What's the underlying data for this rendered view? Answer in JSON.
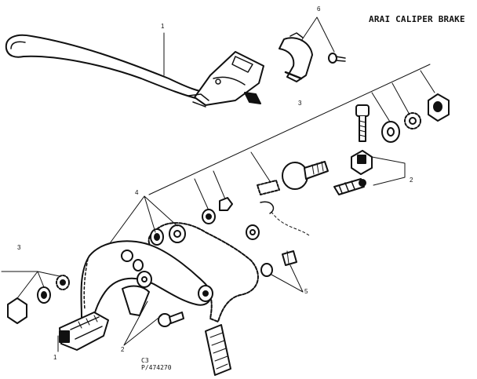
{
  "diagram": {
    "title": "ARAI CALIPER BRAKE",
    "drawing_code": "C3",
    "drawing_number": "P/474270",
    "callouts": {
      "lever": "1",
      "brake_shoe_bottom": "1",
      "clip_screw": "6",
      "arm_hardware": "3",
      "side_hardware": "3",
      "pivot_bolt": "2",
      "pivot_set": "4",
      "lower_arm": "2",
      "adjuster": "5"
    }
  }
}
